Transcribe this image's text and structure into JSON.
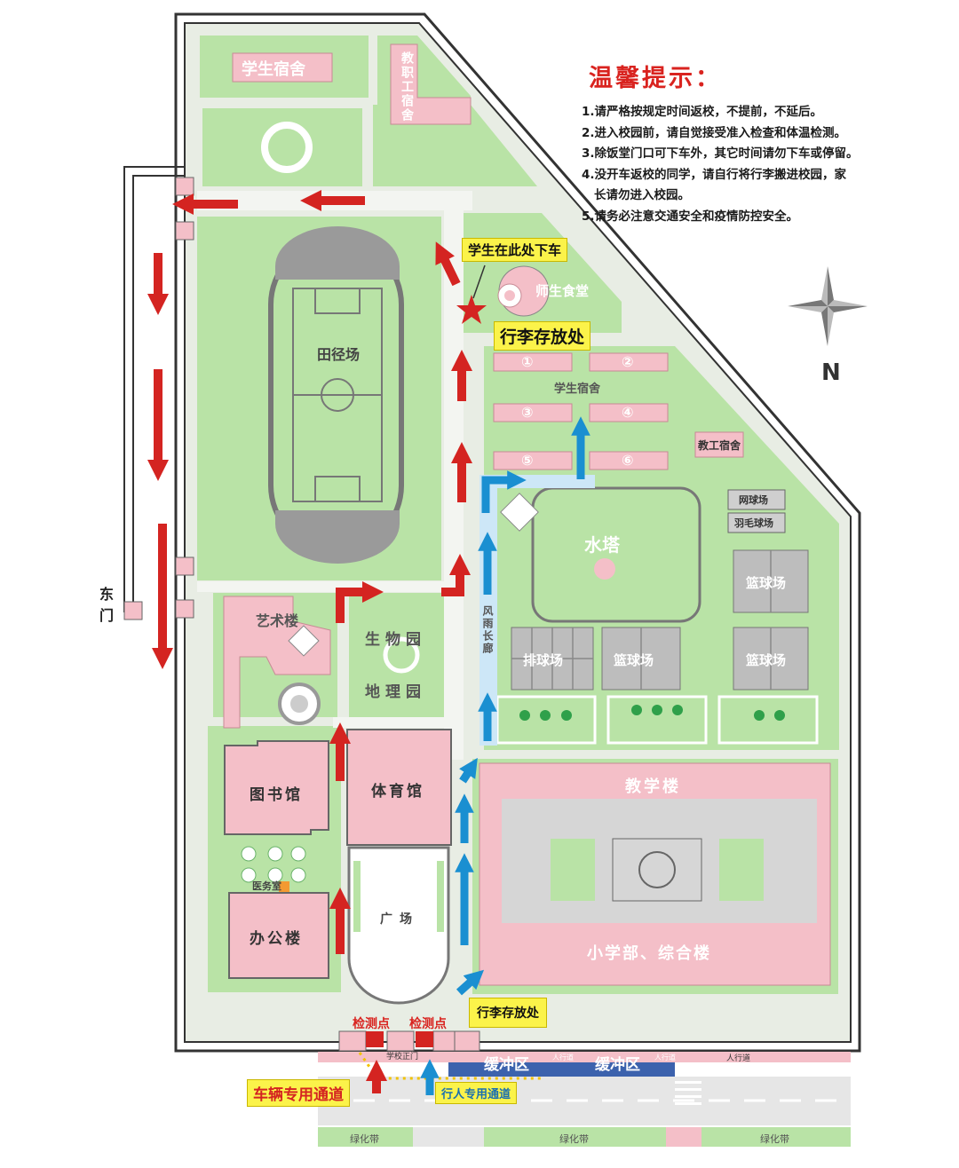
{
  "notice": {
    "title": "温馨提示：",
    "items": [
      "1.请严格按规定时间返校，不提前，不延后。",
      "2.进入校园前，请自觉接受准入检查和体温检测。",
      "3.除饭堂门口可下车外，其它时间请勿下车或停留。",
      "4.没开车返校的同学，请自行将行李搬进校园，家",
      "长请勿进入校园。",
      "5.请务必注意交通安全和疫情防控安全。"
    ]
  },
  "compass": {
    "north_label": "N"
  },
  "buildings": {
    "student_dorm_top": "学生宿舍",
    "staff_dorm_top": "教职工宿舍",
    "track_field": "田径场",
    "canteen": "师生食堂",
    "student_dorm_block": "学生宿舍",
    "dorm_numbers": [
      "①",
      "②",
      "③",
      "④",
      "⑤",
      "⑥"
    ],
    "staff_dorm_right": "教工宿舍",
    "water_tower": "水塔",
    "tennis": "网球场",
    "badminton": "羽毛球场",
    "basketball": "篮球场",
    "volleyball": "排球场",
    "covered_walkway": "风雨长廊",
    "art_building": "艺术楼",
    "bio_garden": "生物园",
    "geo_garden": "地理园",
    "library": "图书馆",
    "gym": "体育馆",
    "clinic": "医务室",
    "office": "办公楼",
    "square": "广场",
    "teaching": "教学楼",
    "primary": "小学部、综合楼"
  },
  "east_gate": "东门",
  "callouts": {
    "dropoff": "学生在此处下车",
    "luggage_main": "行李存放处",
    "luggage_gate": "行李存放处"
  },
  "checkpoints": [
    "检测点",
    "检测点"
  ],
  "gate_label": "学校正门",
  "buffer_zones": [
    "缓冲区",
    "缓冲区"
  ],
  "sidewalk": [
    "人行道",
    "人行道",
    "人行道"
  ],
  "green_belts": [
    "绿化带",
    "绿化带",
    "绿化带"
  ],
  "lanes": {
    "vehicle": "车辆专用通道",
    "pedestrian": "行人专用通道"
  },
  "colors": {
    "green": "#b9e3a6",
    "pink": "#f4bfc8",
    "vehicle_arrow": "#d42421",
    "pedestrian_arrow": "#1a8fd1",
    "callout_yellow": "#fbf34a"
  }
}
